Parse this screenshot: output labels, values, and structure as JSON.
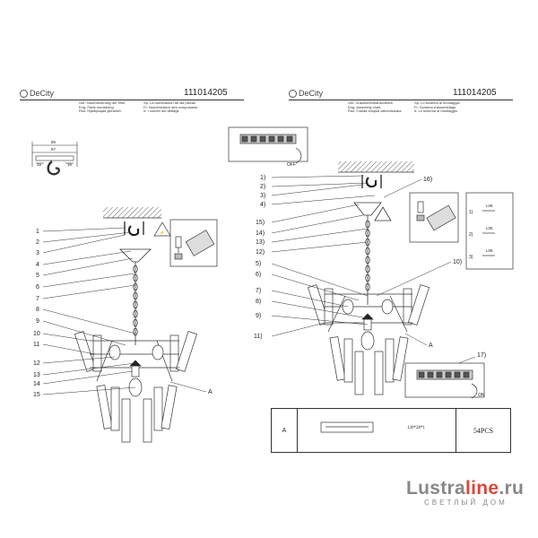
{
  "header_left": {
    "brand": "DeCity",
    "code": "111014205",
    "lines": [
      "Ger: Nummerierung der Teile",
      "Eng: Parts numbering",
      "Rus: Нумерация деталей"
    ],
    "lines_right": [
      "Sp: La numeración de las piezas",
      "Fr: Numérotation des composants",
      "It: I numeri dei dettagli"
    ]
  },
  "header_right": {
    "brand": "DeCity",
    "code": "111014205",
    "lines": [
      "Ger: Zusammenbauschema",
      "Eng: Assembly chart",
      "Rus: Схема сборки светильника"
    ],
    "lines_right": [
      "Sp: Lo schema di montaggio",
      "Fr: Schéma d'assemblage",
      "It: Lo schema di montaggio"
    ]
  },
  "dimensions": {
    "d1": "80",
    "d2": "57",
    "d3": "16",
    "d4": "16"
  },
  "left_callouts": [
    "1",
    "2",
    "3",
    "4",
    "5",
    "6",
    "7",
    "8",
    "9",
    "10",
    "11",
    "12",
    "13",
    "14",
    "15"
  ],
  "left_label_a": "A",
  "right_callouts": [
    "1)",
    "2)",
    "3)",
    "4)",
    "15)",
    "14)",
    "13)",
    "12)",
    "5)",
    "6)",
    "7)",
    "8)",
    "9)",
    "11)"
  ],
  "right_callouts_extra": {
    "c16": "16)",
    "c10": "10)",
    "c17": "17)"
  },
  "right_label_a": "A",
  "switch_labels": {
    "off": "OFF",
    "on": "ON"
  },
  "wire_labels": [
    "L06",
    "L05",
    "L06"
  ],
  "wire_steps": [
    "1)",
    "2)",
    "3)"
  ],
  "parts_table": {
    "letter": "A",
    "size": "120*28*1",
    "qty": "54PCS"
  },
  "watermark": {
    "part1": "Lustra",
    "part2": "line",
    "part3": ".ru",
    "sub": "СВЕТЛЫЙ ДОМ"
  }
}
